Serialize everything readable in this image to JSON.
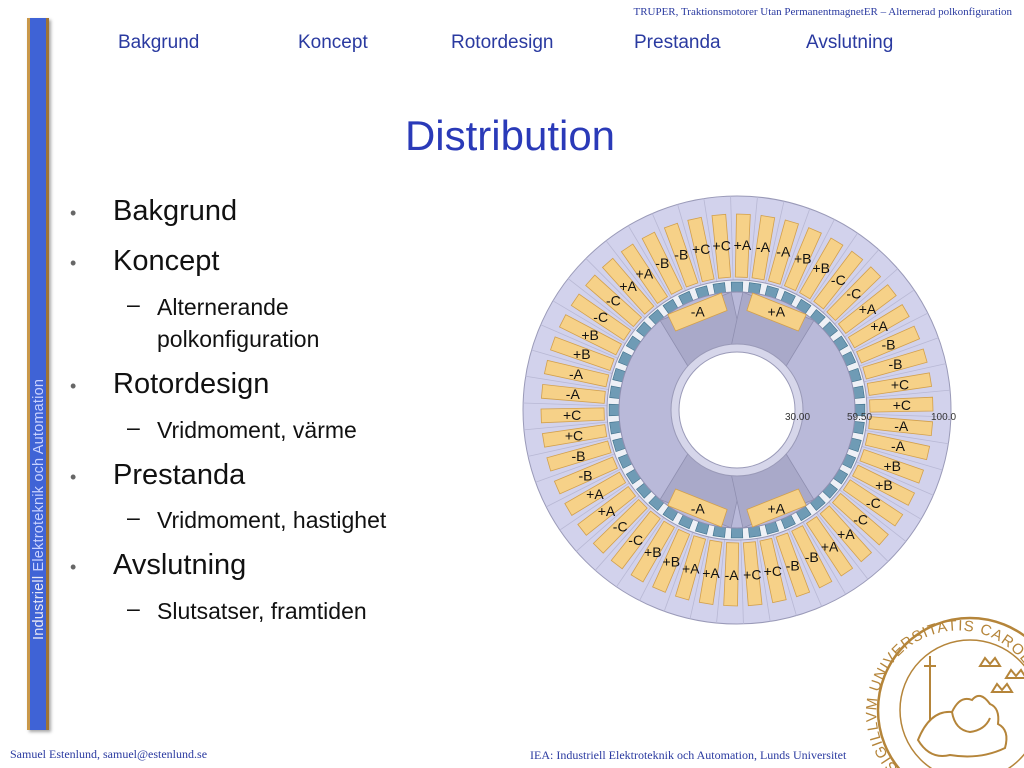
{
  "header": {
    "top_text": "TRUPER, Traktionsmotorer Utan PermanentmagnetER – Alternerad polkonfiguration"
  },
  "nav": {
    "items": [
      "Bakgrund",
      "Koncept",
      "Rotordesign",
      "Prestanda",
      "Avslutning"
    ]
  },
  "sidebar": {
    "part1": "Industriell ",
    "part2": "Elektroteknik och Automation"
  },
  "slide": {
    "title": "Distribution"
  },
  "bullets": [
    {
      "text": "Bakgrund",
      "subs": []
    },
    {
      "text": "Koncept",
      "subs": [
        "Alternerande polkonfiguration"
      ]
    },
    {
      "text": "Rotordesign",
      "subs": [
        "Vridmoment, värme"
      ]
    },
    {
      "text": "Prestanda",
      "subs": [
        "Vridmoment, hastighet"
      ]
    },
    {
      "text": "Avslutning",
      "subs": [
        "Slutsatser, framtiden"
      ]
    }
  ],
  "diagram": {
    "stator_labels": [
      "+A",
      "-A",
      "-A",
      "+B",
      "+B",
      "-C",
      "-C",
      "+A",
      "+A",
      "-B",
      "-B",
      "+C",
      "+C",
      "-A",
      "-A",
      "+B",
      "+B",
      "-C",
      "-C",
      "+A",
      "+A",
      "-B",
      "-B",
      "+C",
      "+C",
      "-A",
      "+A",
      "+A",
      "+B",
      "+B",
      "-C",
      "-C",
      "+A",
      "+A",
      "-B",
      "-B",
      "+C",
      "+C",
      "-A",
      "-A",
      "+B",
      "+B",
      "-C",
      "-C",
      "+A",
      "+A",
      "-B",
      "-B",
      "+C",
      "+C"
    ],
    "rotor_labels": [
      "-A",
      "+A",
      "-A",
      "+A"
    ],
    "radius_labels": [
      "30.00",
      "59.50",
      "100.0"
    ],
    "colors": {
      "slot": "#f6d188",
      "yoke": "#d9d9ef",
      "rotor": "#b8b8d8",
      "pole": "#a9a9c9",
      "magnet": "#6f9bb5"
    }
  },
  "footer": {
    "left": "Samuel Estenlund, samuel@estenlund.se",
    "right": "IEA: Industriell Elektroteknik och Automation, Lunds Universitet"
  },
  "seal": {
    "text": "SIGILLVM UNIVERSITATIS CAROLINAE GOTHORVM AD VTRVMQVE"
  }
}
